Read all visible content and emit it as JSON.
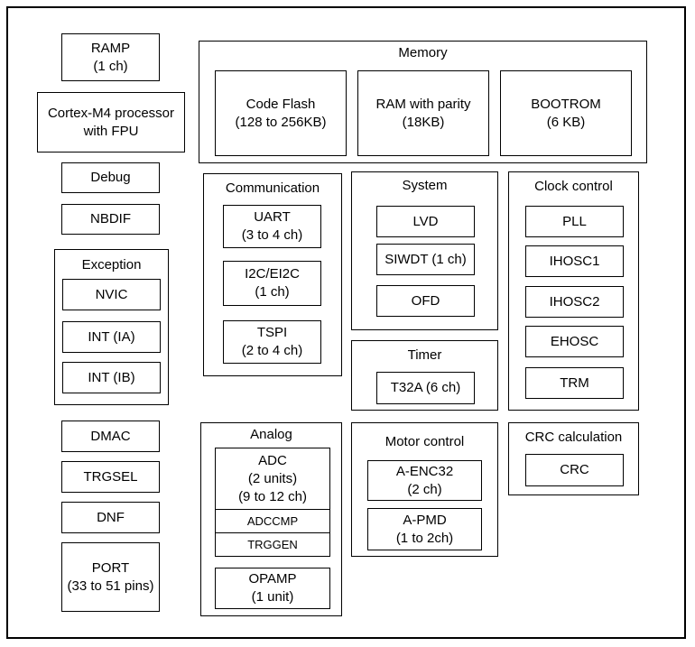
{
  "ramp": {
    "line1": "RAMP",
    "line2": "(1 ch)"
  },
  "cortex": {
    "line1": "Cortex-M4 processor",
    "line2": "with FPU"
  },
  "debug": "Debug",
  "nbdif": "NBDIF",
  "exception": {
    "title": "Exception",
    "nvic": "NVIC",
    "int_ia": "INT (IA)",
    "int_ib": "INT (IB)"
  },
  "dmac": "DMAC",
  "trgsel": "TRGSEL",
  "dnf": "DNF",
  "port": {
    "line1": "PORT",
    "line2": "(33 to 51 pins)"
  },
  "memory": {
    "title": "Memory",
    "code_flash": {
      "line1": "Code Flash",
      "line2": "(128 to 256KB)"
    },
    "ram": {
      "line1": "RAM with parity",
      "line2": "(18KB)"
    },
    "bootrom": {
      "line1": "BOOTROM",
      "line2": "(6 KB)"
    }
  },
  "communication": {
    "title": "Communication",
    "uart": {
      "line1": "UART",
      "line2": "(3 to 4 ch)"
    },
    "i2c": {
      "line1": "I2C/EI2C",
      "line2": "(1 ch)"
    },
    "tspi": {
      "line1": "TSPI",
      "line2": "(2 to 4 ch)"
    }
  },
  "system": {
    "title": "System",
    "lvd": "LVD",
    "siwdt": "SIWDT (1 ch)",
    "ofd": "OFD"
  },
  "timer": {
    "title": "Timer",
    "t32a": "T32A (6 ch)"
  },
  "clock": {
    "title": "Clock control",
    "pll": "PLL",
    "ihosc1": "IHOSC1",
    "ihosc2": "IHOSC2",
    "ehosc": "EHOSC",
    "trm": "TRM"
  },
  "analog": {
    "title": "Analog",
    "adc": {
      "line1": "ADC",
      "line2": "(2 units)",
      "line3": "(9 to 12 ch)"
    },
    "adccmp": "ADCCMP",
    "trggen": "TRGGEN",
    "opamp": {
      "line1": "OPAMP",
      "line2": "(1 unit)"
    }
  },
  "motor": {
    "title": "Motor control",
    "aenc": {
      "line1": "A-ENC32",
      "line2": "(2 ch)"
    },
    "apmd": {
      "line1": "A-PMD",
      "line2": "(1 to 2ch)"
    }
  },
  "crc": {
    "title": "CRC calculation",
    "crc": "CRC"
  }
}
